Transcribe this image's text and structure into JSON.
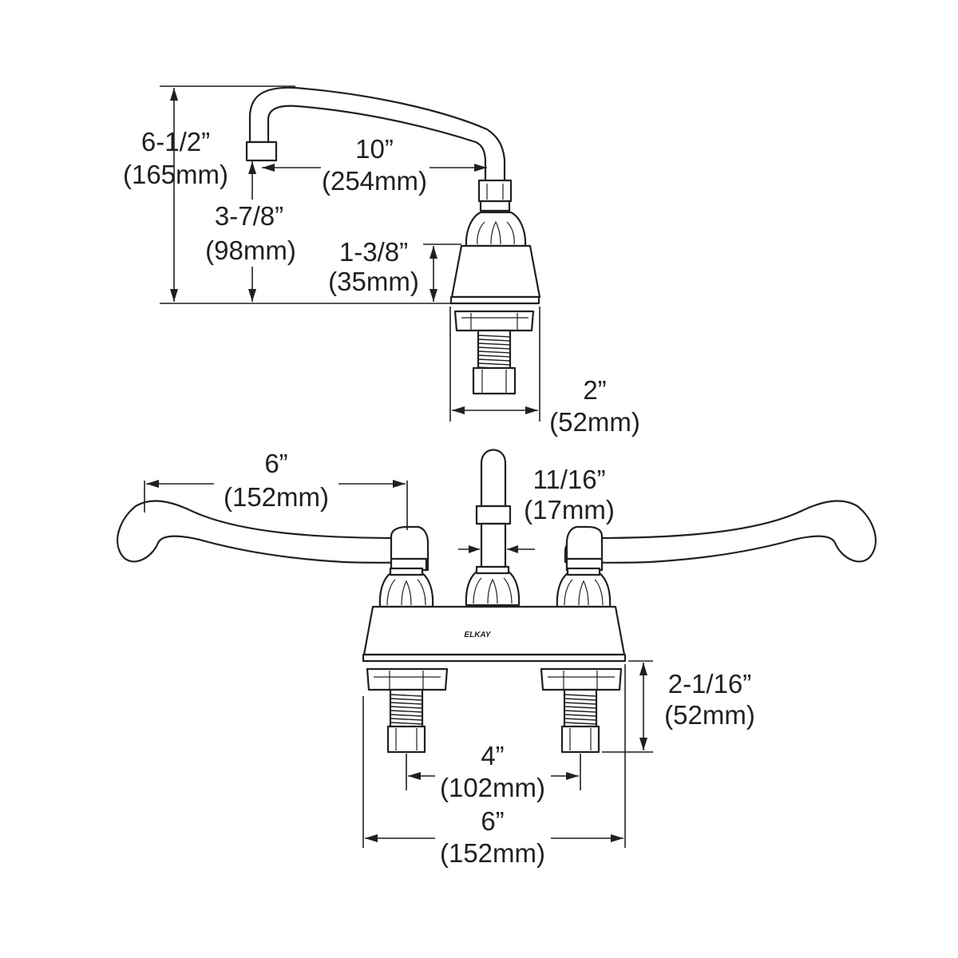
{
  "brand": "ELKAY",
  "side_view": {
    "spout_height": {
      "in": "6-1/2”",
      "mm": "(165mm)"
    },
    "spout_reach": {
      "in": "10”",
      "mm": "(254mm)"
    },
    "spout_clearance": {
      "in": "3-7/8”",
      "mm": "(98mm)"
    },
    "deck_height": {
      "in": "1-3/8”",
      "mm": "(35mm)"
    },
    "base_depth": {
      "in": "2”",
      "mm": "(52mm)"
    }
  },
  "front_view": {
    "handle_length": {
      "in": "6”",
      "mm": "(152mm)"
    },
    "spout_diameter": {
      "in": "11/16”",
      "mm": "(17mm)"
    },
    "shank_length": {
      "in": "2-1/16”",
      "mm": "(52mm)"
    },
    "center_spacing": {
      "in": "4”",
      "mm": "(102mm)"
    },
    "overall_width": {
      "in": "6”",
      "mm": "(152mm)"
    }
  }
}
